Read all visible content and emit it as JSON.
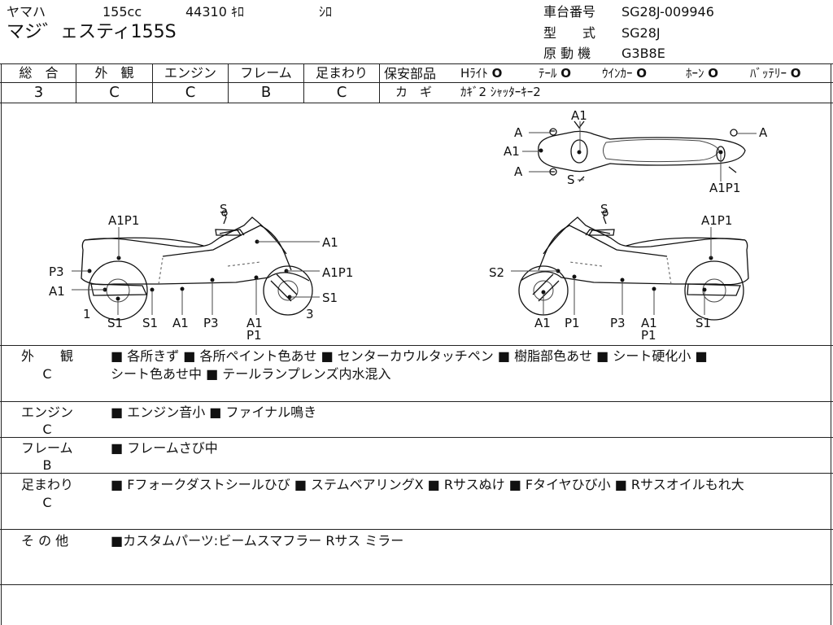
{
  "header": {
    "maker": "ヤマハ",
    "displacement": "155cc",
    "mileage": "44310 ｷﾛ",
    "color": "ｼﾛ",
    "model": "マジ゛ェスティ155S",
    "frame_no_label": "車台番号",
    "frame_no": "SG28J-009946",
    "type_label": "型　　式",
    "type": "SG28J",
    "engine_label": "原 動 機",
    "engine": "G3B8E"
  },
  "ratings": {
    "overall": {
      "label": "総　合",
      "value": "3"
    },
    "exterior": {
      "label": "外　観",
      "value": "C"
    },
    "engine": {
      "label": "エンジン",
      "value": "C"
    },
    "frame": {
      "label": "フレーム",
      "value": "B"
    },
    "suspension": {
      "label": "足まわり",
      "value": "C"
    }
  },
  "safety": {
    "label": "保安部品",
    "items": [
      {
        "name": "Hﾗｲﾄ",
        "mark": "O"
      },
      {
        "name": "ﾃｰﾙ",
        "mark": "O"
      },
      {
        "name": "ｳｲﾝｶｰ",
        "mark": "O"
      },
      {
        "name": "ﾎｰﾝ",
        "mark": "O"
      },
      {
        "name": "ﾊﾞｯﾃﾘｰ",
        "mark": "O"
      }
    ],
    "key_label": "カ　ギ",
    "key_value": "ｶｷﾞ2 ｼｬｯﾀｰｷｰ2"
  },
  "diagram": {
    "top_labels": [
      "A1",
      "A",
      "A1",
      "A",
      "S",
      "A",
      "A1P1"
    ],
    "left_labels": [
      "S",
      "A1P1",
      "A1",
      "P3",
      "A1P1",
      "A1",
      "S1",
      "1",
      "3",
      "S1",
      "S1",
      "A1",
      "P3",
      "A1",
      "P1"
    ],
    "right_labels": [
      "S",
      "A1P1",
      "S2",
      "A1",
      "P1",
      "P3",
      "A1",
      "P1",
      "S1"
    ]
  },
  "details": [
    {
      "title": "外　　観",
      "grade": "C",
      "text_lines": [
        "■ 各所きず ■ 各所ペイント色あせ ■ センターカウルタッチペン ■ 樹脂部色あせ ■ シート硬化小 ■",
        "シート色あせ中 ■ テールランプレンズ内水混入"
      ]
    },
    {
      "title": "エンジン",
      "grade": "C",
      "text_lines": [
        "■ エンジン音小 ■ ファイナル鳴き"
      ]
    },
    {
      "title": "フレーム",
      "grade": "B",
      "text_lines": [
        "■ フレームさび中"
      ]
    },
    {
      "title": "足まわり",
      "grade": "C",
      "text_lines": [
        "■ Fフォークダストシールひび ■ ステムベアリングX ■ Rサスぬけ ■ Fタイヤひび小 ■ Rサスオイルもれ大"
      ]
    },
    {
      "title": "そ の 他",
      "grade": "",
      "text_lines": [
        "■カスタムパーツ:ビームスマフラー Rサス ミラー"
      ]
    }
  ]
}
